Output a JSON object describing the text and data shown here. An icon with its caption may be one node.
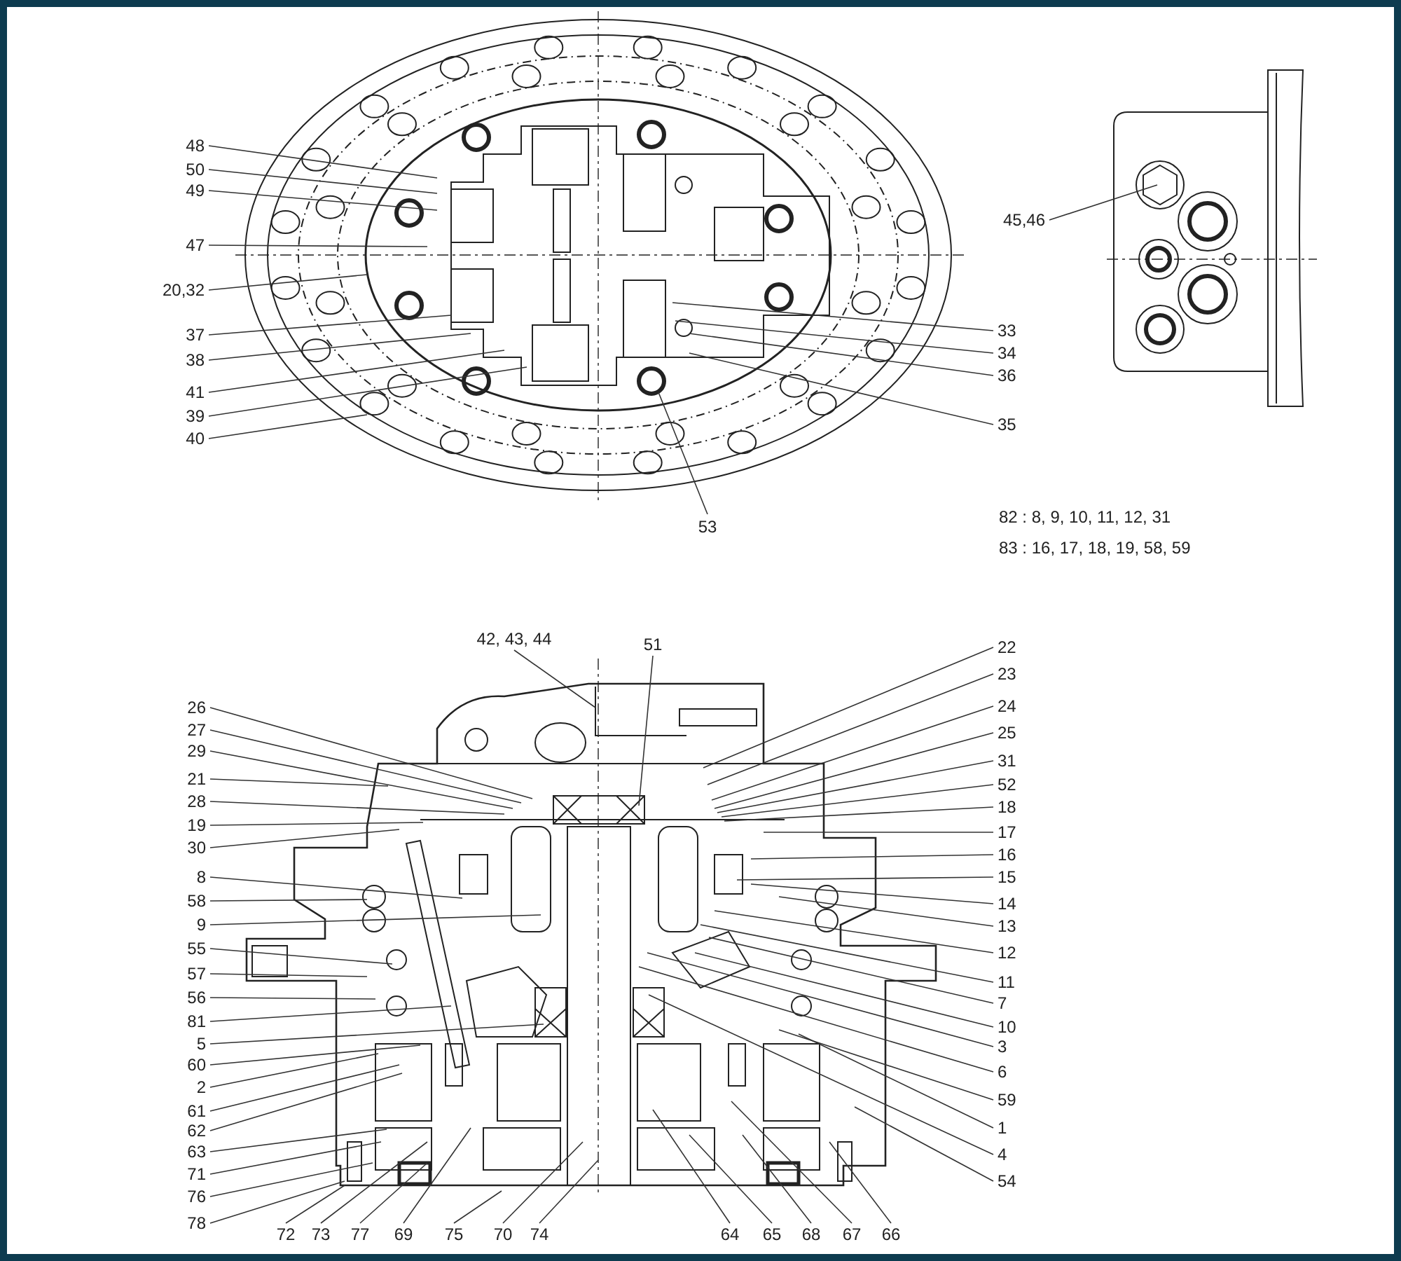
{
  "diagram": {
    "nodes": [
      {
        "text": [
          "48"
        ]
      },
      {
        "text": [
          "50"
        ]
      },
      {
        "text": [
          "49"
        ]
      },
      {
        "text": [
          "47"
        ]
      },
      {
        "text": [
          "20,32"
        ]
      },
      {
        "text": [
          "37"
        ]
      },
      {
        "text": [
          "38"
        ]
      },
      {
        "text": [
          "41"
        ]
      },
      {
        "text": [
          "39"
        ]
      },
      {
        "text": [
          "40"
        ]
      },
      {
        "text": [
          "33"
        ]
      },
      {
        "text": [
          "34"
        ]
      },
      {
        "text": [
          "36"
        ]
      },
      {
        "text": [
          "35"
        ]
      },
      {
        "text": [
          "53"
        ]
      },
      {
        "text": [
          "45,46"
        ]
      },
      {
        "text": [
          "42, 43, 44"
        ]
      },
      {
        "text": [
          "51"
        ]
      },
      {
        "text": [
          "26"
        ]
      },
      {
        "text": [
          "27"
        ]
      },
      {
        "text": [
          "29"
        ]
      },
      {
        "text": [
          "21"
        ]
      },
      {
        "text": [
          "28"
        ]
      },
      {
        "text": [
          "19"
        ]
      },
      {
        "text": [
          "30"
        ]
      },
      {
        "text": [
          "8"
        ]
      },
      {
        "text": [
          "58"
        ]
      },
      {
        "text": [
          "9"
        ]
      },
      {
        "text": [
          "55"
        ]
      },
      {
        "text": [
          "57"
        ]
      },
      {
        "text": [
          "56"
        ]
      },
      {
        "text": [
          "81"
        ]
      },
      {
        "text": [
          "5"
        ]
      },
      {
        "text": [
          "60"
        ]
      },
      {
        "text": [
          "2"
        ]
      },
      {
        "text": [
          "61"
        ]
      },
      {
        "text": [
          "62"
        ]
      },
      {
        "text": [
          "63"
        ]
      },
      {
        "text": [
          "71"
        ]
      },
      {
        "text": [
          "76"
        ]
      },
      {
        "text": [
          "78"
        ]
      },
      {
        "text": [
          "22"
        ]
      },
      {
        "text": [
          "23"
        ]
      },
      {
        "text": [
          "24"
        ]
      },
      {
        "text": [
          "25"
        ]
      },
      {
        "text": [
          "31"
        ]
      },
      {
        "text": [
          "52"
        ]
      },
      {
        "text": [
          "18"
        ]
      },
      {
        "text": [
          "17"
        ]
      },
      {
        "text": [
          "16"
        ]
      },
      {
        "text": [
          "15"
        ]
      },
      {
        "text": [
          "14"
        ]
      },
      {
        "text": [
          "13"
        ]
      },
      {
        "text": [
          "12"
        ]
      },
      {
        "text": [
          "11"
        ]
      },
      {
        "text": [
          "7"
        ]
      },
      {
        "text": [
          "10"
        ]
      },
      {
        "text": [
          "3"
        ]
      },
      {
        "text": [
          "6"
        ]
      },
      {
        "text": [
          "59"
        ]
      },
      {
        "text": [
          "1"
        ]
      },
      {
        "text": [
          "4"
        ]
      },
      {
        "text": [
          "54"
        ]
      },
      {
        "text": [
          "72"
        ]
      },
      {
        "text": [
          "73"
        ]
      },
      {
        "text": [
          "77"
        ]
      },
      {
        "text": [
          "69"
        ]
      },
      {
        "text": [
          "75"
        ]
      },
      {
        "text": [
          "70"
        ]
      },
      {
        "text": [
          "74"
        ]
      },
      {
        "text": [
          "64"
        ]
      },
      {
        "text": [
          "65"
        ]
      },
      {
        "text": [
          "68"
        ]
      },
      {
        "text": [
          "67"
        ]
      },
      {
        "text": [
          "66"
        ]
      }
    ],
    "edges": [
      {
        "from": 0,
        "to": null,
        "arrow": "none"
      },
      {
        "from": 1,
        "to": null,
        "arrow": "none"
      },
      {
        "from": 2,
        "to": null,
        "arrow": "none"
      },
      {
        "from": 3,
        "to": null,
        "arrow": "none"
      },
      {
        "from": 4,
        "to": null,
        "arrow": "none"
      },
      {
        "from": 5,
        "to": null,
        "arrow": "none"
      },
      {
        "from": 6,
        "to": null,
        "arrow": "none"
      },
      {
        "from": 7,
        "to": null,
        "arrow": "none"
      },
      {
        "from": 8,
        "to": null,
        "arrow": "none"
      },
      {
        "from": 9,
        "to": null,
        "arrow": "none"
      },
      {
        "from": 10,
        "to": null,
        "arrow": "none"
      },
      {
        "from": 11,
        "to": null,
        "arrow": "none"
      },
      {
        "from": 12,
        "to": null,
        "arrow": "none"
      },
      {
        "from": 13,
        "to": null,
        "arrow": "none"
      },
      {
        "from": 14,
        "to": null,
        "arrow": "none"
      },
      {
        "from": 15,
        "to": null,
        "arrow": "none"
      },
      {
        "from": 16,
        "to": null,
        "arrow": "none"
      },
      {
        "from": 17,
        "to": null,
        "arrow": "none"
      },
      {
        "from": 18,
        "to": null,
        "arrow": "none"
      },
      {
        "from": 19,
        "to": null,
        "arrow": "none"
      },
      {
        "from": 20,
        "to": null,
        "arrow": "none"
      },
      {
        "from": 21,
        "to": null,
        "arrow": "none"
      },
      {
        "from": 22,
        "to": null,
        "arrow": "none"
      },
      {
        "from": 23,
        "to": null,
        "arrow": "none"
      },
      {
        "from": 24,
        "to": null,
        "arrow": "none"
      },
      {
        "from": 25,
        "to": null,
        "arrow": "none"
      },
      {
        "from": 26,
        "to": null,
        "arrow": "none"
      },
      {
        "from": 27,
        "to": null,
        "arrow": "none"
      },
      {
        "from": 28,
        "to": null,
        "arrow": "none"
      },
      {
        "from": 29,
        "to": null,
        "arrow": "none"
      },
      {
        "from": 30,
        "to": null,
        "arrow": "none"
      },
      {
        "from": 31,
        "to": null,
        "arrow": "none"
      },
      {
        "from": 32,
        "to": null,
        "arrow": "none"
      },
      {
        "from": 33,
        "to": null,
        "arrow": "none"
      },
      {
        "from": 34,
        "to": null,
        "arrow": "none"
      },
      {
        "from": 35,
        "to": null,
        "arrow": "none"
      },
      {
        "from": 36,
        "to": null,
        "arrow": "none"
      },
      {
        "from": 37,
        "to": null,
        "arrow": "none"
      },
      {
        "from": 38,
        "to": null,
        "arrow": "none"
      },
      {
        "from": 39,
        "to": null,
        "arrow": "none"
      },
      {
        "from": 40,
        "to": null,
        "arrow": "none"
      },
      {
        "from": 41,
        "to": null,
        "arrow": "none"
      },
      {
        "from": 42,
        "to": null,
        "arrow": "none"
      },
      {
        "from": 43,
        "to": null,
        "arrow": "none"
      },
      {
        "from": 44,
        "to": null,
        "arrow": "none"
      },
      {
        "from": 45,
        "to": null,
        "arrow": "none"
      },
      {
        "from": 46,
        "to": null,
        "arrow": "none"
      },
      {
        "from": 47,
        "to": null,
        "arrow": "none"
      },
      {
        "from": 48,
        "to": null,
        "arrow": "none"
      },
      {
        "from": 49,
        "to": null,
        "arrow": "none"
      },
      {
        "from": 50,
        "to": null,
        "arrow": "none"
      },
      {
        "from": 51,
        "to": null,
        "arrow": "none"
      },
      {
        "from": 52,
        "to": null,
        "arrow": "none"
      },
      {
        "from": 53,
        "to": null,
        "arrow": "none"
      },
      {
        "from": 54,
        "to": null,
        "arrow": "none"
      },
      {
        "from": 55,
        "to": null,
        "arrow": "none"
      },
      {
        "from": 56,
        "to": null,
        "arrow": "none"
      },
      {
        "from": 57,
        "to": null,
        "arrow": "none"
      },
      {
        "from": 58,
        "to": null,
        "arrow": "none"
      },
      {
        "from": 59,
        "to": null,
        "arrow": "none"
      },
      {
        "from": 60,
        "to": null,
        "arrow": "none"
      },
      {
        "from": 61,
        "to": null,
        "arrow": "none"
      },
      {
        "from": 62,
        "to": null,
        "arrow": "none"
      },
      {
        "from": 63,
        "to": null,
        "arrow": "none"
      },
      {
        "from": 64,
        "to": null,
        "arrow": "none"
      },
      {
        "from": 65,
        "to": null,
        "arrow": "none"
      },
      {
        "from": 66,
        "to": null,
        "arrow": "none"
      },
      {
        "from": 67,
        "to": null,
        "arrow": "none"
      },
      {
        "from": 68,
        "to": null,
        "arrow": "none"
      },
      {
        "from": 69,
        "to": null,
        "arrow": "none"
      },
      {
        "from": 70,
        "to": null,
        "arrow": "none"
      },
      {
        "from": 71,
        "to": null,
        "arrow": "none"
      },
      {
        "from": 72,
        "to": null,
        "arrow": "none"
      },
      {
        "from": 73,
        "to": null,
        "arrow": "none"
      },
      {
        "from": 74,
        "to": null,
        "arrow": "none"
      }
    ],
    "labels": [
      "82 : 8, 9, 10, 11, 12, 31",
      "83 : 16, 17, 18, 19, 58, 59"
    ]
  }
}
